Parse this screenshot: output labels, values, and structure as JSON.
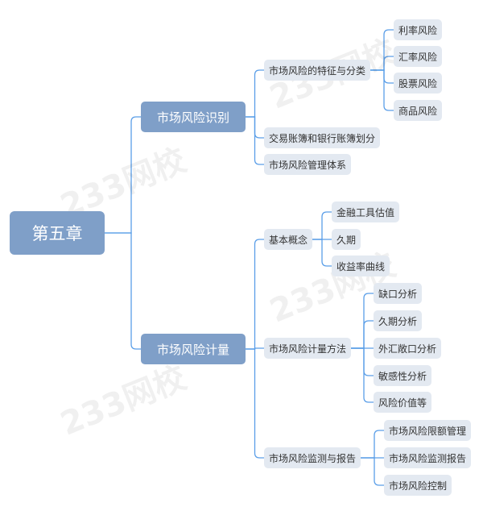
{
  "root": "第五章",
  "branches": [
    {
      "label": "市场风险识别",
      "children": [
        {
          "label": "市场风险的特征与分类",
          "children": [
            "利率风险",
            "汇率风险",
            "股票风险",
            "商品风险"
          ]
        },
        {
          "label": "交易账簿和银行账簿划分"
        },
        {
          "label": "市场风险管理体系"
        }
      ]
    },
    {
      "label": "市场风险计量",
      "children": [
        {
          "label": "基本概念",
          "children": [
            "金融工具估值",
            "久期",
            "收益率曲线"
          ]
        },
        {
          "label": "市场风险计量方法",
          "children": [
            "缺口分析",
            "久期分析",
            "外汇敞口分析",
            "敏感性分析",
            "风险价值等"
          ]
        },
        {
          "label": "市场风险监测与报告",
          "children": [
            "市场风险限额管理",
            "市场风险监测报告",
            "市场风险控制"
          ]
        }
      ]
    }
  ],
  "colors": {
    "main_node": "#7f9fc8",
    "leaf_node": "#e3e9f1",
    "connector": "#5a9ee8"
  }
}
